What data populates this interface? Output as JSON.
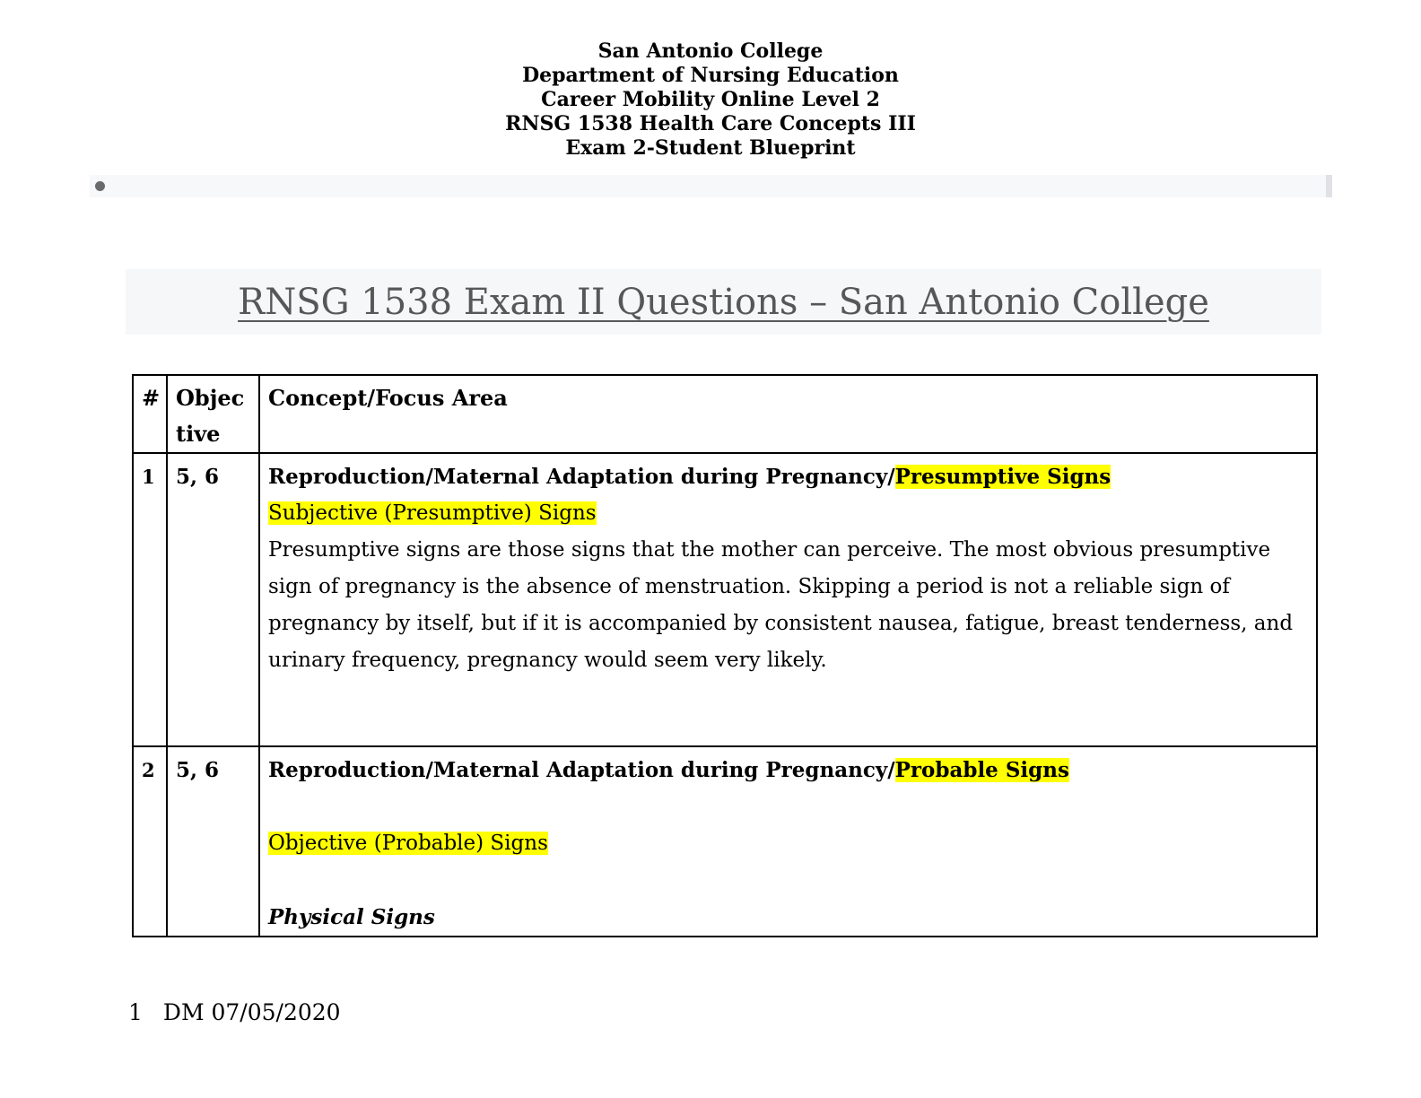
{
  "page": {
    "header_lines": [
      "San Antonio College",
      "Department of Nursing Education",
      "Career Mobility Online Level 2",
      "RNSG 1538 Health Care Concepts III",
      "Exam 2-Student Blueprint"
    ],
    "title": "RNSG 1538 Exam II Questions – San Antonio College",
    "footer": {
      "page_number": "1",
      "revision": "DM 07/05/2020"
    }
  },
  "table": {
    "headers": [
      "#",
      "Objective",
      "Concept/Focus Area"
    ],
    "rows": [
      {
        "num": "1",
        "objective": "5, 6",
        "line1_plain": "Reproduction/Maternal Adaptation during Pregnancy/",
        "line1_highlight": "Presumptive Signs",
        "subheading_highlight": "Subjective (Presumptive) Signs",
        "paragraph": "Presumptive signs are those signs that the mother can perceive. The most obvious presumptive sign of pregnancy is the absence of menstruation. Skipping a period is not a reliable sign of pregnancy by itself, but if it is accompanied by consistent nausea, fatigue, breast tenderness, and urinary frequency, pregnancy would seem very likely."
      },
      {
        "num": "2",
        "objective": "5, 6",
        "line1_plain": "Reproduction/Maternal Adaptation during Pregnancy/",
        "line1_highlight": "Probable Signs",
        "subheading_highlight": "Objective (Probable) Signs",
        "italic_heading": "Physical Signs"
      }
    ]
  },
  "colors": {
    "highlight": "#ffff00",
    "title_text": "#575757",
    "band_bg": "#f6f7f9",
    "strip_bg": "#f7f8fa",
    "bullet": "#6b6b6b"
  }
}
